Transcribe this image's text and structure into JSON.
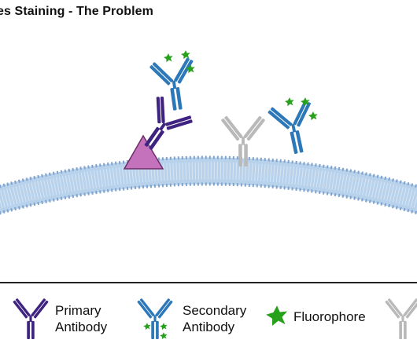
{
  "title": "es Staining - The Problem",
  "colors": {
    "primary_antibody": "#3f2380",
    "secondary_antibody": "#2c78b8",
    "fluorophore": "#27a01c",
    "nonspecific_antibody": "#b9b9b9",
    "antigen": "#c472bc",
    "membrane": "#b8d2ec"
  },
  "legend": {
    "primary": {
      "line1": "Primary",
      "line2": "Antibody",
      "icon": "primary-antibody-icon"
    },
    "secondary": {
      "line1": "Secondary",
      "line2": "Antibody",
      "icon": "secondary-antibody-icon"
    },
    "fluorophore": {
      "label": "Fluorophore",
      "icon": "fluorophore-icon"
    },
    "unlabeled": {
      "icon": "gray-antibody-icon"
    }
  }
}
